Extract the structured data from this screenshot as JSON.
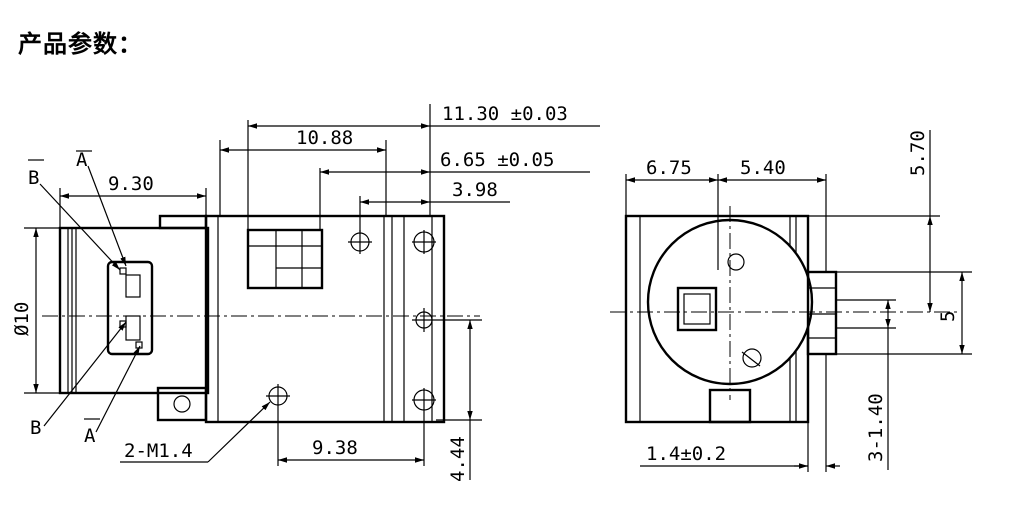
{
  "title": "产品参数：",
  "dims": {
    "overall_length": "11.30 ±0.03",
    "body_length": "10.88",
    "offset_665": "6.65 ±0.05",
    "offset_398": "3.98",
    "lens_length": "9.30",
    "diameter": "Ø10",
    "hole_pitch": "9.38",
    "hole_height": "4.44",
    "screw_spec": "2-M1.4",
    "side_675": "6.75",
    "side_540": "5.40",
    "side_570": "5.70",
    "pin_span": "5",
    "pin_spec": "3-1.40",
    "pin_width": "1.4±0.2"
  },
  "section_labels": {
    "a_top": "A",
    "b_top": "B",
    "b_bottom": "B",
    "a_bottom": "A"
  }
}
